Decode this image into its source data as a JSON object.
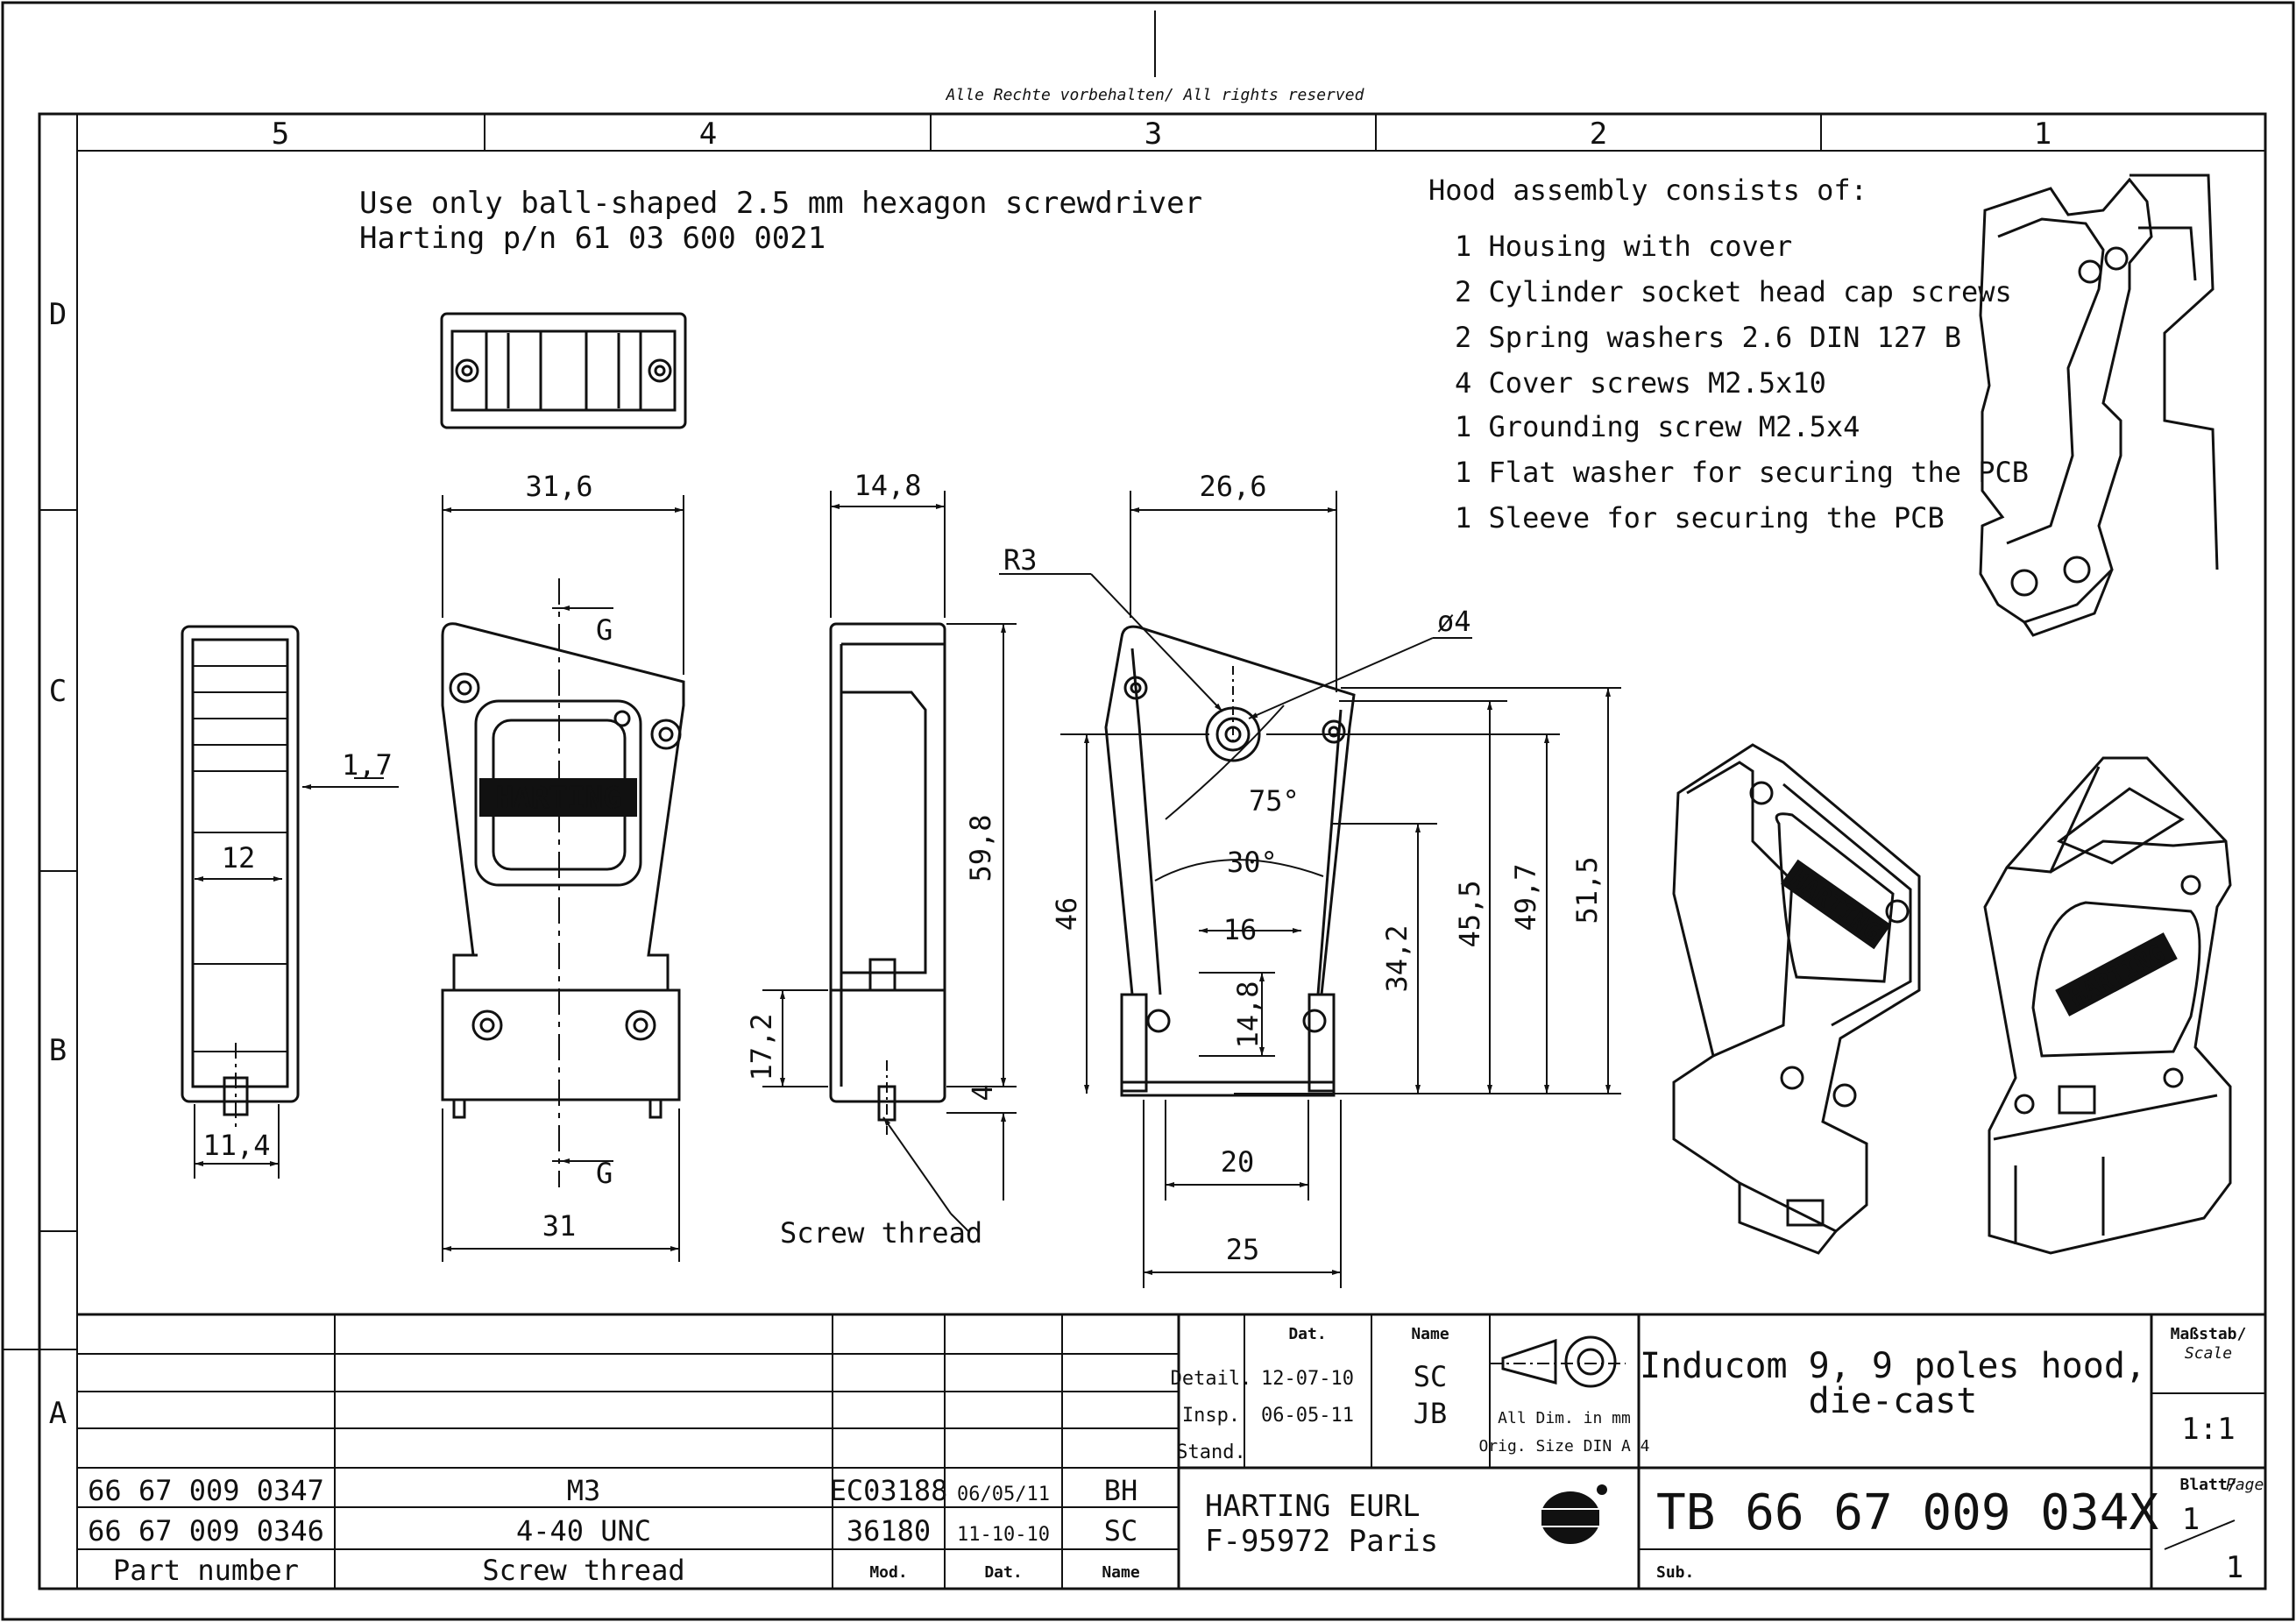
{
  "header": {
    "rights": "Alle Rechte vorbehalten/ All rights reserved"
  },
  "grid": {
    "columns": [
      "5",
      "4",
      "3",
      "2",
      "1"
    ],
    "rows": [
      "D",
      "C",
      "B",
      "A"
    ]
  },
  "note": {
    "line1": "Use only ball-shaped 2.5 mm hexagon screwdriver",
    "line2": "Harting p/n 61 03 600 0021"
  },
  "assembly": {
    "title": "Hood assembly consists of:",
    "items": [
      "1 Housing with cover",
      "2 Cylinder socket head cap screws",
      "2 Spring washers 2.6 DIN 127 B",
      "4 Cover screws M2.5x10",
      "1 Grounding screw M2.5x4",
      "1 Flat washer for securing the PCB",
      "1 Sleeve for securing the PCB"
    ]
  },
  "dimensions": {
    "d1_7": "1,7",
    "d12": "12",
    "d11_4": "11,4",
    "d31_6": "31,6",
    "d31": "31",
    "g_top": "G",
    "g_bottom": "G",
    "d14_8_top": "14,8",
    "d59_8": "59,8",
    "d17_2": "17,2",
    "d4": "4",
    "screw_thread": "Screw thread",
    "d26_6": "26,6",
    "r3": "R3",
    "phi4": "ø4",
    "a75": "75°",
    "a30": "30°",
    "d16": "16",
    "d14_8": "14,8",
    "d46": "46",
    "d34_2": "34,2",
    "d45_5": "45,5",
    "d49_7": "49,7",
    "d51_5": "51,5",
    "d20": "20",
    "d25": "25"
  },
  "logo": {
    "text": "HARTING"
  },
  "title_block": {
    "hdr_dat": "Dat.",
    "hdr_name": "Name",
    "detail_label": "Detail.",
    "detail_date": "12-07-10",
    "detail_name": "SC",
    "insp_label": "Insp.",
    "insp_date": "06-05-11",
    "insp_name": "JB",
    "stand_label": "Stand.",
    "all_dim": "All Dim. in mm",
    "orig_size": "Orig. Size DIN A 4",
    "title_line1": "Inducom 9, 9 poles hood,",
    "title_line2": "die-cast",
    "scale_label": "Maßstab/",
    "scale_label2": "Scale",
    "scale_value": "1:1",
    "company_line1": "HARTING EURL",
    "company_line2": "F-95972 Paris",
    "drawing_no": "TB 66 67 009 034X",
    "sheet_label": "Blatt/",
    "sheet_label2": "Page",
    "sheet_num": "1",
    "sheet_total": "1",
    "sub": "Sub.",
    "parts": [
      {
        "part": "66 67 009 0347",
        "thread": "M3",
        "mod": "EC03188",
        "date": "06/05/11",
        "name": "BH"
      },
      {
        "part": "66 67 009 0346",
        "thread": "4-40 UNC",
        "mod": "36180",
        "date": "11-10-10",
        "name": "SC"
      }
    ],
    "col_part": "Part number",
    "col_thread": "Screw thread",
    "col_mod": "Mod.",
    "col_dat": "Dat.",
    "col_name": "Name"
  }
}
